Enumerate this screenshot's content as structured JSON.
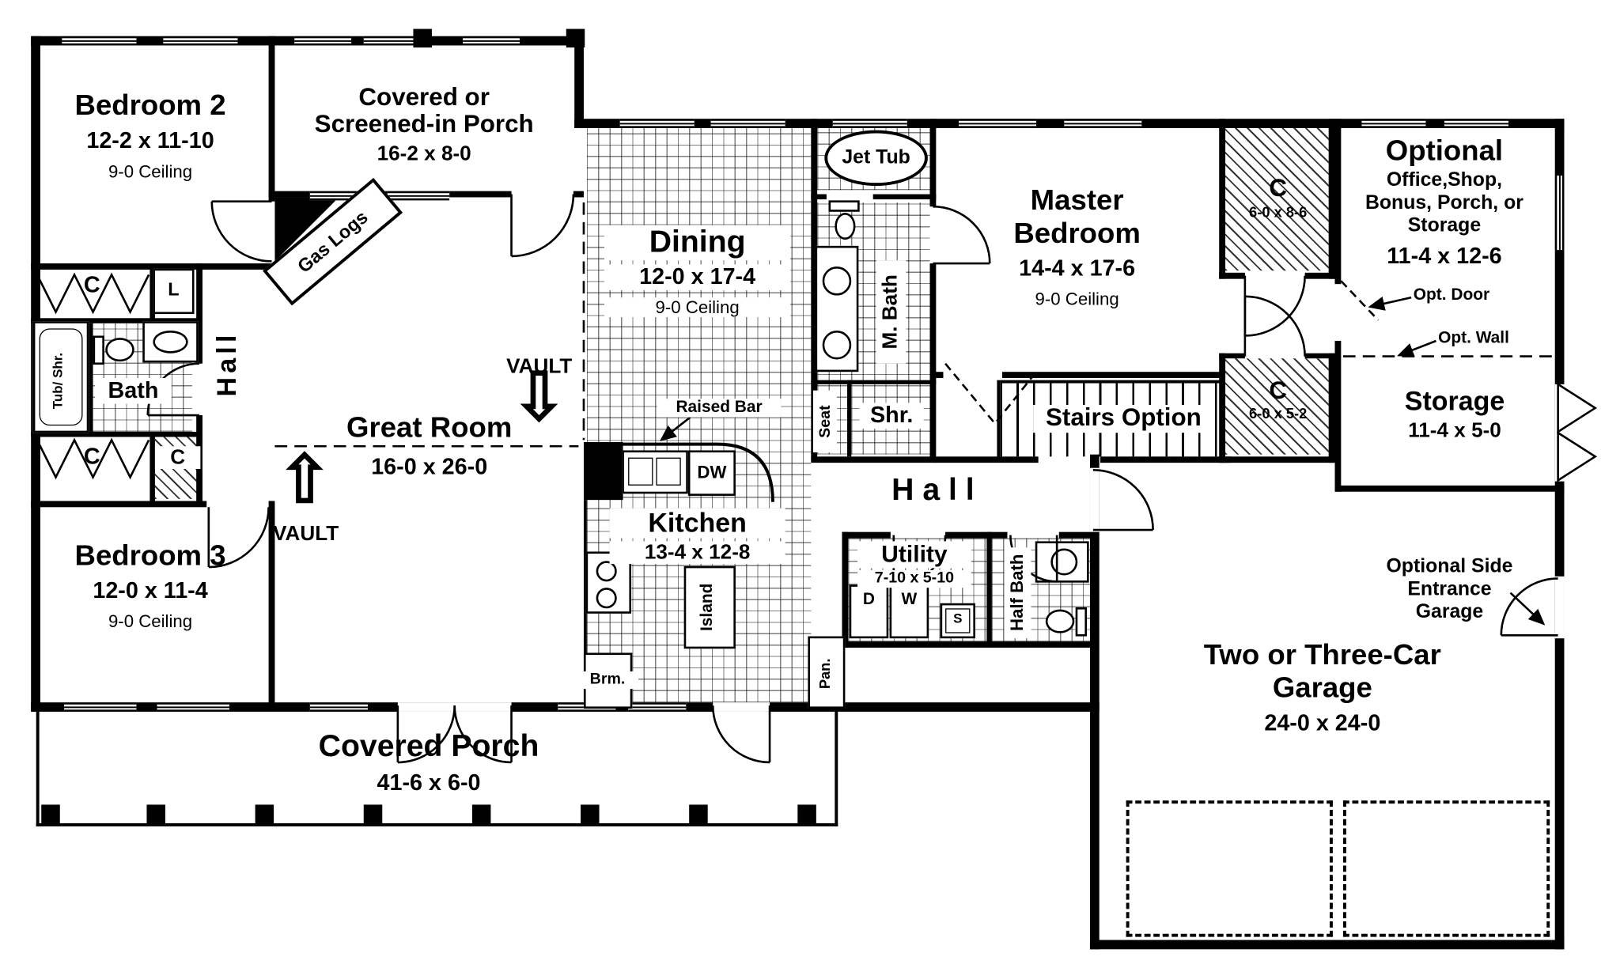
{
  "rooms": {
    "bedroom2": {
      "name": "Bedroom 2",
      "dims": "12-2 x 11-10",
      "ceiling": "9-0 Ceiling"
    },
    "screened_porch": {
      "l1": "Covered or",
      "l2": "Screened-in Porch",
      "dims": "16-2 x 8-0"
    },
    "dining": {
      "name": "Dining",
      "dims": "12-0 x 17-4",
      "ceiling": "9-0 Ceiling"
    },
    "great_room": {
      "name": "Great Room",
      "dims": "16-0 x 26-0"
    },
    "bedroom3": {
      "name": "Bedroom 3",
      "dims": "12-0 x 11-4",
      "ceiling": "9-0 Ceiling"
    },
    "kitchen": {
      "name": "Kitchen",
      "dims": "13-4 x 12-8"
    },
    "master": {
      "l1": "Master",
      "l2": "Bedroom",
      "dims": "14-4 x 17-6",
      "ceiling": "9-0 Ceiling"
    },
    "optional": {
      "title": "Optional",
      "l1": "Office,Shop,",
      "l2": "Bonus, Porch, or",
      "l3": "Storage",
      "dims": "11-4 x 12-6"
    },
    "storage": {
      "name": "Storage",
      "dims": "11-4 x 5-0"
    },
    "garage": {
      "l1": "Two or Three-Car",
      "l2": "Garage",
      "dims": "24-0 x 24-0"
    },
    "covered_porch": {
      "name": "Covered Porch",
      "dims": "41-6 x 6-0"
    },
    "utility": {
      "name": "Utility",
      "dims": "7-10 x 5-10"
    },
    "closet_upper": {
      "label": "C",
      "dims": "6-0 x 8-6"
    },
    "closet_lower": {
      "label": "C",
      "dims": "6-0 x 5-2"
    }
  },
  "labels": {
    "jet_tub": "Jet Tub",
    "m_bath": "M. Bath",
    "bath": "Bath",
    "half_bath": "Half Bath",
    "tub_shr": "Tub/ Shr.",
    "seat": "Seat",
    "shr": "Shr.",
    "hall_left": "Hall",
    "hall_center": "H a l l",
    "stairs_option": "Stairs Option",
    "gas_logs": "Gas Logs",
    "vault": "VAULT",
    "raised_bar": "Raised Bar",
    "island": "Island",
    "dw": "DW",
    "brm": "Brm.",
    "pan": "Pan.",
    "dryer": "D",
    "washer": "W",
    "sink": "S",
    "closet": "C",
    "linen": "L",
    "opt_door": "Opt. Door",
    "opt_wall": "Opt. Wall",
    "side1": "Optional Side",
    "side2": "Entrance",
    "side3": "Garage",
    "vault_arrow_down": "⇩",
    "vault_arrow_up": "⇧"
  },
  "colors": {
    "ink": "#000000",
    "paper": "#ffffff"
  }
}
